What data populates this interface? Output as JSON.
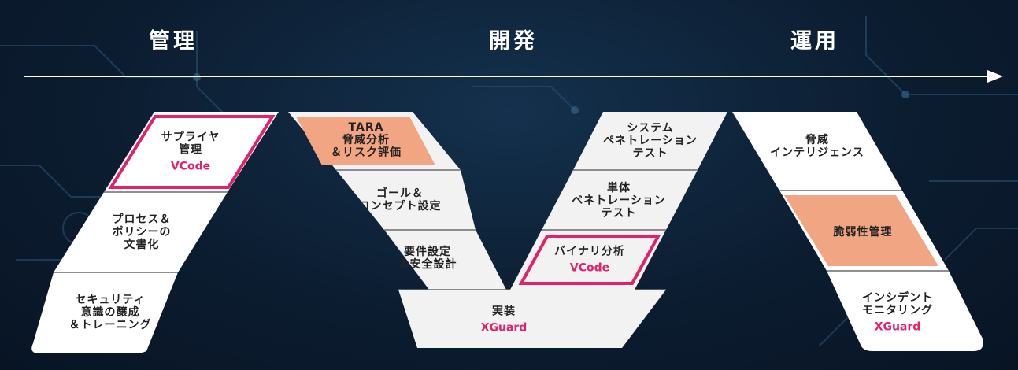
{
  "phases": {
    "management": "管理",
    "development": "開発",
    "operation": "運用"
  },
  "colors": {
    "cell_fill": "#ffffff",
    "cell_fill_alt": "#f2f2f2",
    "highlight_fill": "#f2a582",
    "product_accent": "#e2216b",
    "background": "#0b1a2c"
  },
  "cells": {
    "supplier": {
      "label": "サプライヤ\n管理",
      "product": "VCode"
    },
    "process": {
      "label": "プロセス＆\nポリシーの\n文書化"
    },
    "security": {
      "label": "セキュリティ\n意識の醸成\n＆トレーニング"
    },
    "tara": {
      "label": "TARA\n脅威分析\n＆リスク評価"
    },
    "goal": {
      "label": "ゴール＆\nコンセプト設定"
    },
    "requirements": {
      "label": "要件設定\n＆安全設計"
    },
    "implementation": {
      "label": "実装",
      "product": "XGuard"
    },
    "system_pentest": {
      "label": "システム\nペネトレーション\nテスト"
    },
    "unit_pentest": {
      "label": "単体\nペネトレーション\nテスト"
    },
    "binary": {
      "label": "バイナリ分析",
      "product": "VCode"
    },
    "threat_intel": {
      "label": "脅威\nインテリジェンス"
    },
    "vuln": {
      "label": "脆弱性管理"
    },
    "incident": {
      "label": "インシデント\nモニタリング",
      "product": "XGuard"
    }
  }
}
